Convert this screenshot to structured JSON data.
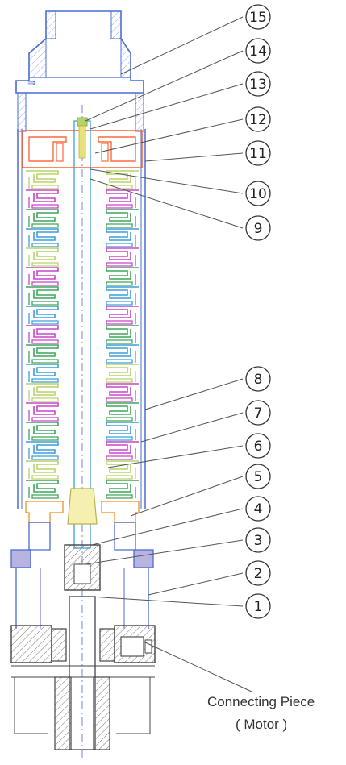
{
  "diagram": {
    "caption_line1": "Connecting Piece",
    "caption_line2": "( Motor )",
    "callouts": [
      {
        "label": "15"
      },
      {
        "label": "14"
      },
      {
        "label": "13"
      },
      {
        "label": "12"
      },
      {
        "label": "11"
      },
      {
        "label": "10"
      },
      {
        "label": "9"
      },
      {
        "label": "8"
      },
      {
        "label": "7"
      },
      {
        "label": "6"
      },
      {
        "label": "5"
      },
      {
        "label": "4"
      },
      {
        "label": "3"
      },
      {
        "label": "2"
      },
      {
        "label": "1"
      }
    ]
  },
  "colors": {
    "outline_blue": "#4a6cd4",
    "stage_green": "#3fa55a",
    "stage_magenta": "#c845c8",
    "stage_cyan": "#3f9ed8",
    "stage_lime": "#b6d36a",
    "top_orange": "#ff6a3c",
    "bottom_orange": "#f0a040",
    "hatch_gray": "#777777",
    "leader_gray": "#555555",
    "shaft_yellow": "#e6e27a",
    "lavender_block": "#b9b3e0"
  }
}
